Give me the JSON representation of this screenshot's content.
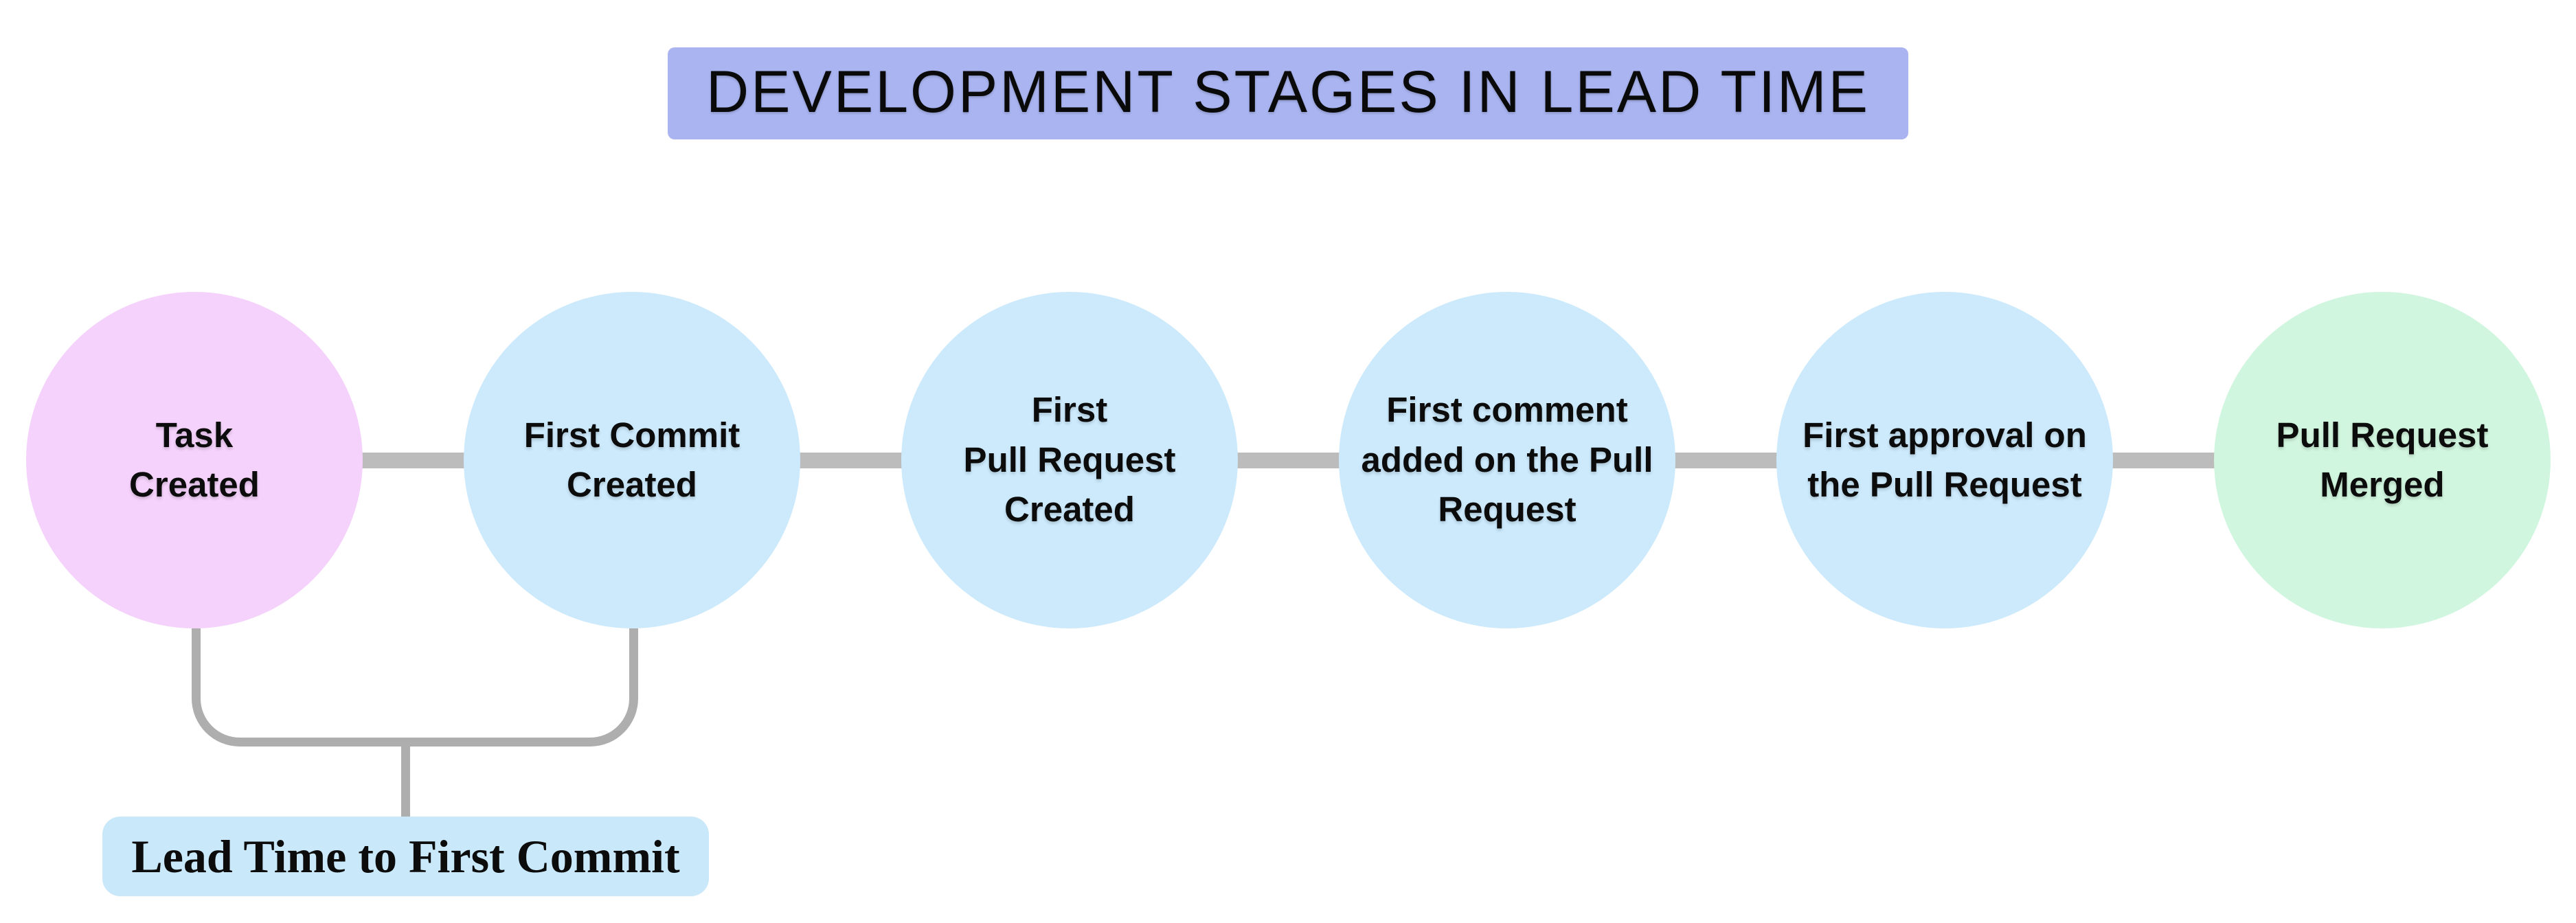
{
  "title": {
    "text": "DEVELOPMENT STAGES IN LEAD TIME",
    "background": "#a9b4f0"
  },
  "stages": [
    {
      "label": "Task\nCreated",
      "color": "#f5d2fb"
    },
    {
      "label": "First Commit\nCreated",
      "color": "#cceafc"
    },
    {
      "label": "First\nPull Request\nCreated",
      "color": "#cceafc"
    },
    {
      "label": "First comment\nadded on the Pull\nRequest",
      "color": "#cceafc"
    },
    {
      "label": "First approval on\nthe Pull Request",
      "color": "#cceafc"
    },
    {
      "label": "Pull Request\nMerged",
      "color": "#d1f6df"
    }
  ],
  "annotation": {
    "label": "Lead Time to First Commit",
    "background": "#c9e8fa"
  },
  "colors": {
    "connector": "#bcbcbc",
    "bracket": "#aeaeae"
  }
}
